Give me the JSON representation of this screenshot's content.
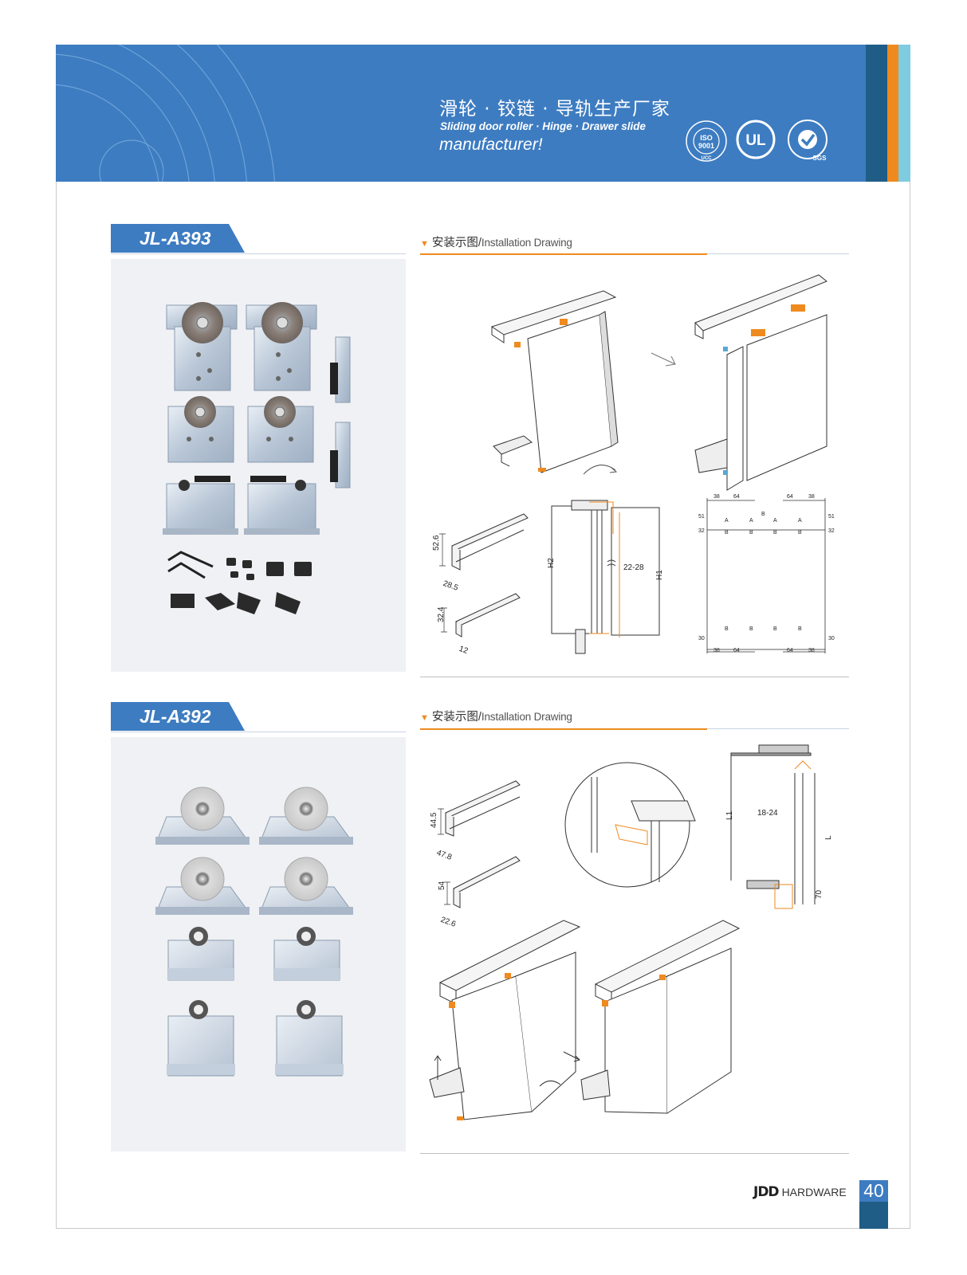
{
  "header": {
    "title_cn": "滑轮 · 铰链 · 导轨生产厂家",
    "subtitle_en": "Sliding door roller · Hinge · Drawer slide",
    "subtitle_en2": "manufacturer!",
    "certs": {
      "iso": {
        "line1": "ISO",
        "line2": "9001",
        "foot": "UCC"
      },
      "ul": {
        "text": "UL"
      },
      "sgs": {
        "text": "SGS"
      }
    }
  },
  "sections": [
    {
      "model": "JL-A393",
      "drawing_heading_cn": "安装示图/",
      "drawing_heading_en": "Installation Drawing",
      "dims": {
        "top_h": "52.6",
        "top_w": "28.5",
        "bot_h": "32.4",
        "bot_w": "12",
        "h2": "H2",
        "gap": "22-28",
        "h1": "H1",
        "d38": "38",
        "d64": "64",
        "d51": "51",
        "d32": "32",
        "d30": "30",
        "pa": "A",
        "pb": "B"
      }
    },
    {
      "model": "JL-A392",
      "drawing_heading_cn": "安装示图/",
      "drawing_heading_en": "Installation Drawing",
      "dims": {
        "top_h": "44.5",
        "top_w": "47.8",
        "bot_h": "54",
        "bot_w": "22.6",
        "l1": "L1",
        "gap": "18-24",
        "l": "L",
        "d70": "70"
      }
    }
  ],
  "footer": {
    "logo": "JDD",
    "brand": "HARDWARE",
    "page": "40"
  },
  "colors": {
    "band_blue": "#3d7cc1",
    "stripe_dark": "#1f5d86",
    "accent_orange": "#ef8a1f",
    "stripe_teal": "#7fcbe0"
  }
}
